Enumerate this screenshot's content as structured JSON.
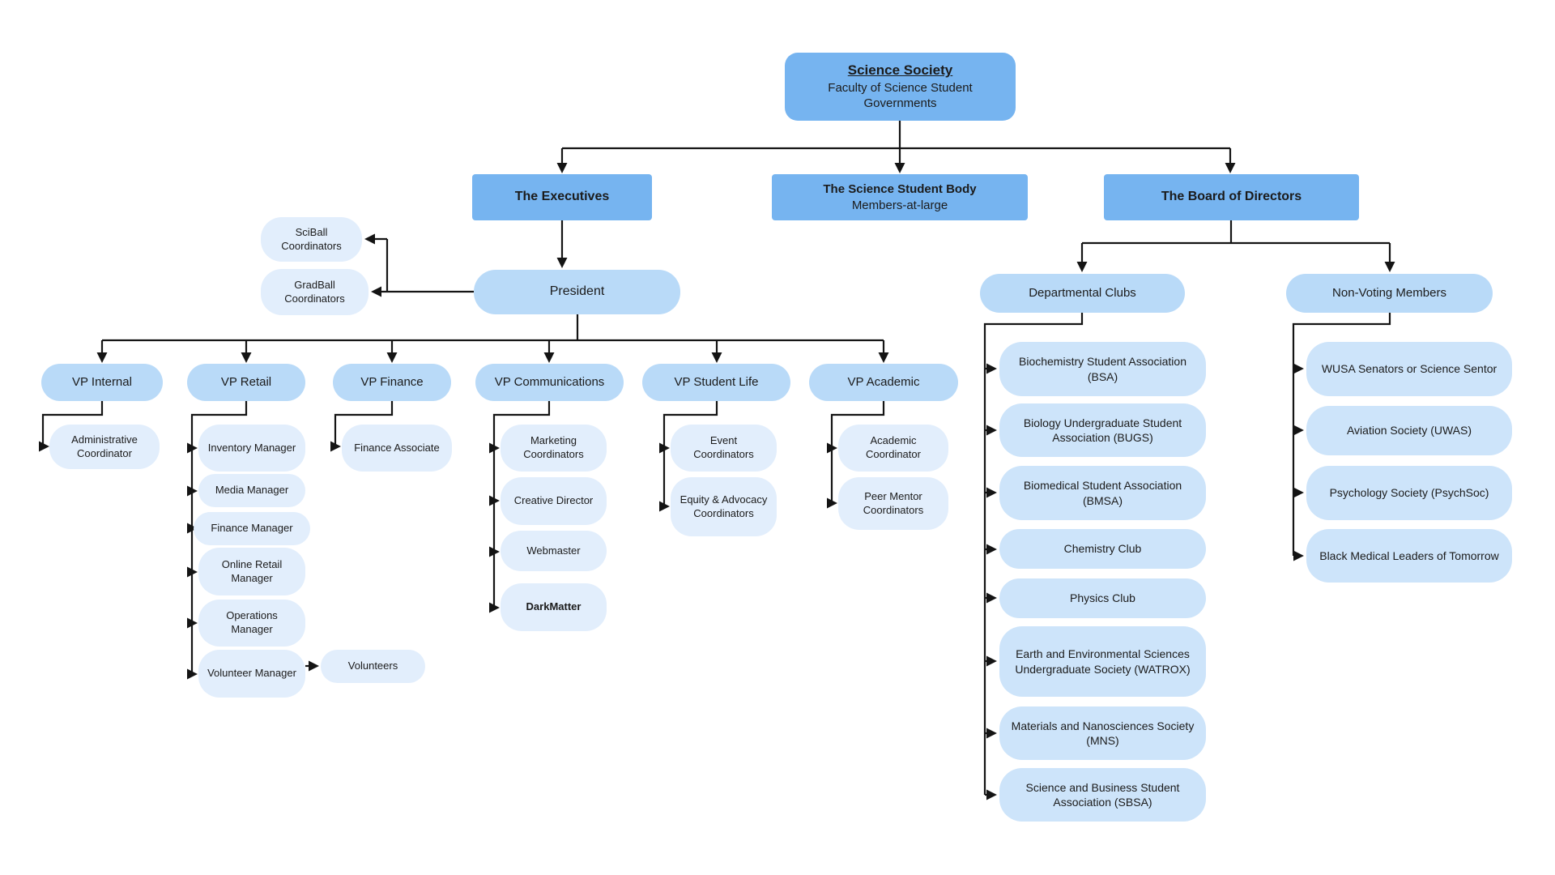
{
  "root": {
    "title": "Science Society",
    "subtitle": "Faculty of Science Student Governments"
  },
  "branches": {
    "executives": {
      "label": "The Executives"
    },
    "student_body": {
      "title": "The Science Student Body",
      "subtitle": "Members-at-large"
    },
    "board": {
      "label": "The Board of Directors"
    }
  },
  "president": {
    "label": "President",
    "side_reports": [
      {
        "label": "SciBall Coordinators"
      },
      {
        "label": "GradBall Coordinators"
      }
    ]
  },
  "vps": [
    {
      "label": "VP Internal",
      "reports": [
        {
          "label": "Administrative Coordinator"
        }
      ]
    },
    {
      "label": "VP Retail",
      "reports": [
        {
          "label": "Inventory Manager"
        },
        {
          "label": "Media Manager"
        },
        {
          "label": "Finance Manager"
        },
        {
          "label": "Online Retail Manager"
        },
        {
          "label": "Operations Manager"
        },
        {
          "label": "Volunteer Manager",
          "reports": [
            {
              "label": "Volunteers"
            }
          ]
        }
      ]
    },
    {
      "label": "VP Finance",
      "reports": [
        {
          "label": "Finance Associate"
        }
      ]
    },
    {
      "label": "VP Communications",
      "reports": [
        {
          "label": "Marketing Coordinators"
        },
        {
          "label": "Creative Director"
        },
        {
          "label": "Webmaster"
        },
        {
          "label": "DarkMatter"
        }
      ]
    },
    {
      "label": "VP Student Life",
      "reports": [
        {
          "label": "Event Coordinators"
        },
        {
          "label": "Equity & Advocacy Coordinators"
        }
      ]
    },
    {
      "label": "VP Academic",
      "reports": [
        {
          "label": "Academic Coordinator"
        },
        {
          "label": "Peer Mentor Coordinators"
        }
      ]
    }
  ],
  "board_groups": [
    {
      "label": "Departmental Clubs",
      "members": [
        {
          "label": "Biochemistry Student Association (BSA)"
        },
        {
          "label": "Biology Undergraduate Student Association (BUGS)"
        },
        {
          "label": "Biomedical Student Association (BMSA)"
        },
        {
          "label": "Chemistry Club"
        },
        {
          "label": "Physics Club"
        },
        {
          "label": "Earth and Environmental Sciences Undergraduate Society (WATROX)"
        },
        {
          "label": "Materials and Nanosciences Society (MNS)"
        },
        {
          "label": "Science and Business Student Association (SBSA)"
        }
      ]
    },
    {
      "label": "Non-Voting Members",
      "members": [
        {
          "label": "WUSA Senators or Science Sentor"
        },
        {
          "label": "Aviation Society (UWAS)"
        },
        {
          "label": "Psychology Society (PsychSoc)"
        },
        {
          "label": "Black Medical Leaders of Tomorrow"
        }
      ]
    }
  ],
  "colors": {
    "header_fill": "#76b4f0",
    "pill_fill": "#b9daf8",
    "leaf_fill": "#e2eefc",
    "club_fill": "#cde4fa",
    "line": "#141414",
    "text": "#1b1b1b"
  }
}
